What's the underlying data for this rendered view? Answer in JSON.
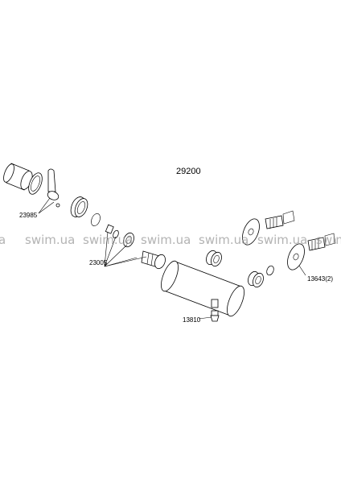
{
  "diagram": {
    "title": "29200",
    "part_labels": {
      "p23985": "23985",
      "p23005": "23005",
      "p13810": "13810",
      "p13643": "13643(2)"
    },
    "watermark": {
      "text": "swim.ua",
      "edge_text": "a"
    }
  }
}
